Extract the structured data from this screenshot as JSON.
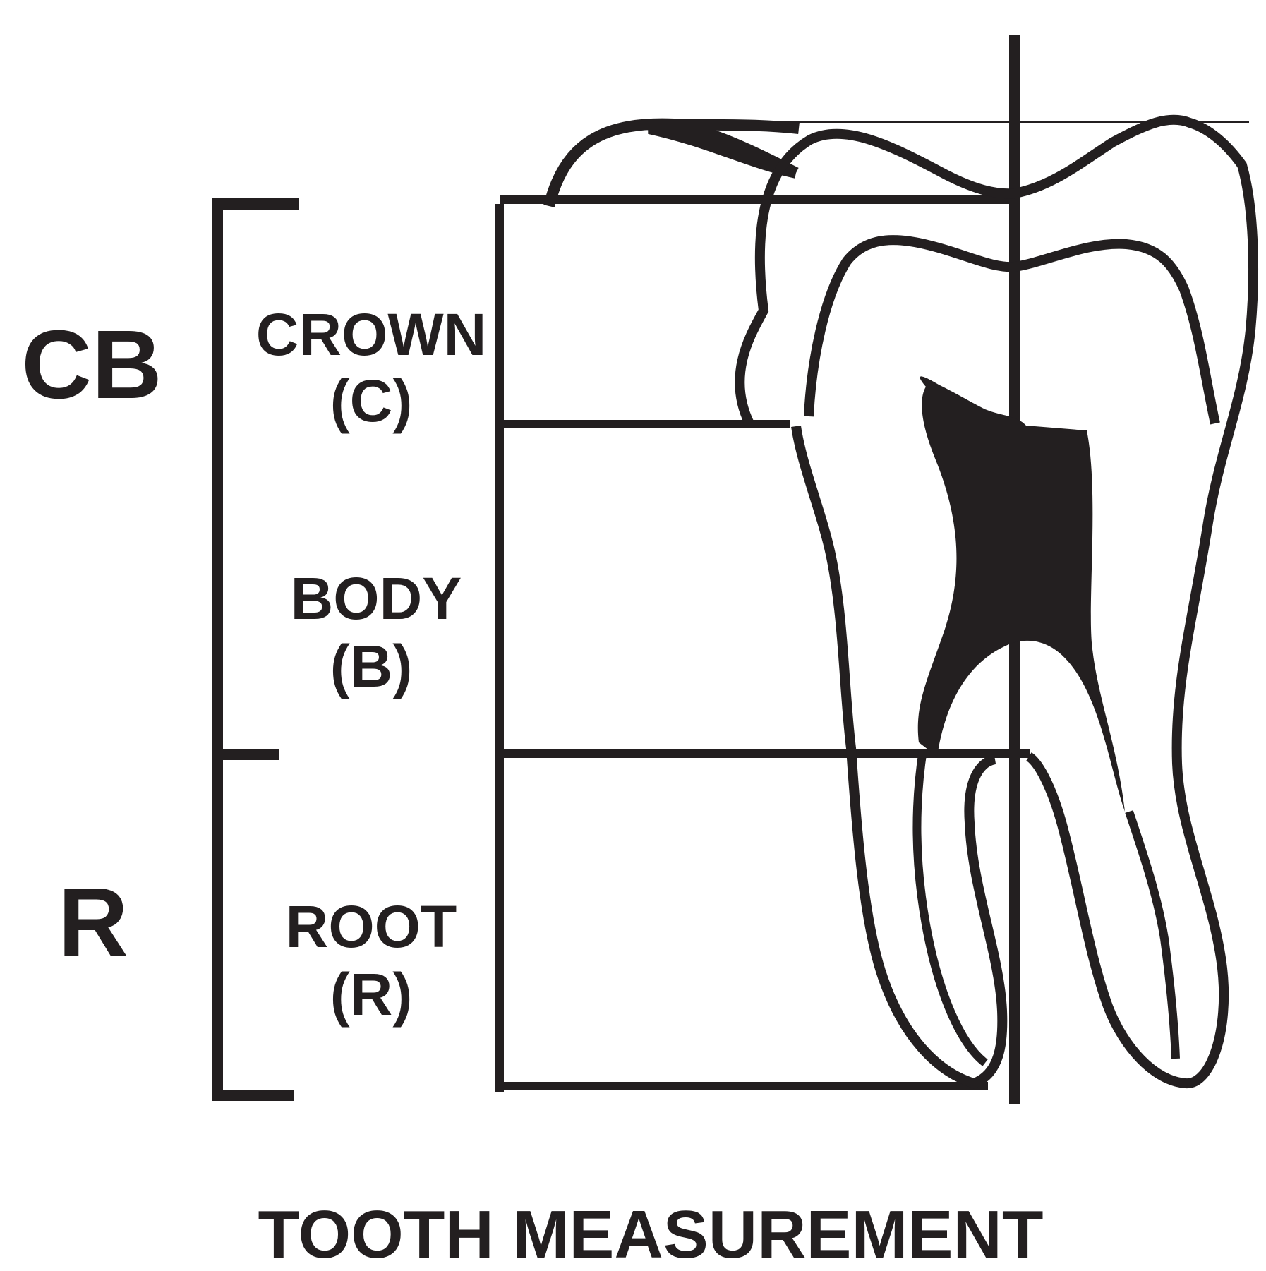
{
  "diagram": {
    "title": "TOOTH MEASUREMENT",
    "left_labels": {
      "cb": "CB",
      "r": "R"
    },
    "sections": [
      {
        "name": "CROWN",
        "abbr": "(C)"
      },
      {
        "name": "BODY",
        "abbr": "(B)"
      },
      {
        "name": "ROOT",
        "abbr": "(R)"
      }
    ],
    "colors": {
      "ink": "#231f20",
      "background": "#ffffff"
    }
  }
}
